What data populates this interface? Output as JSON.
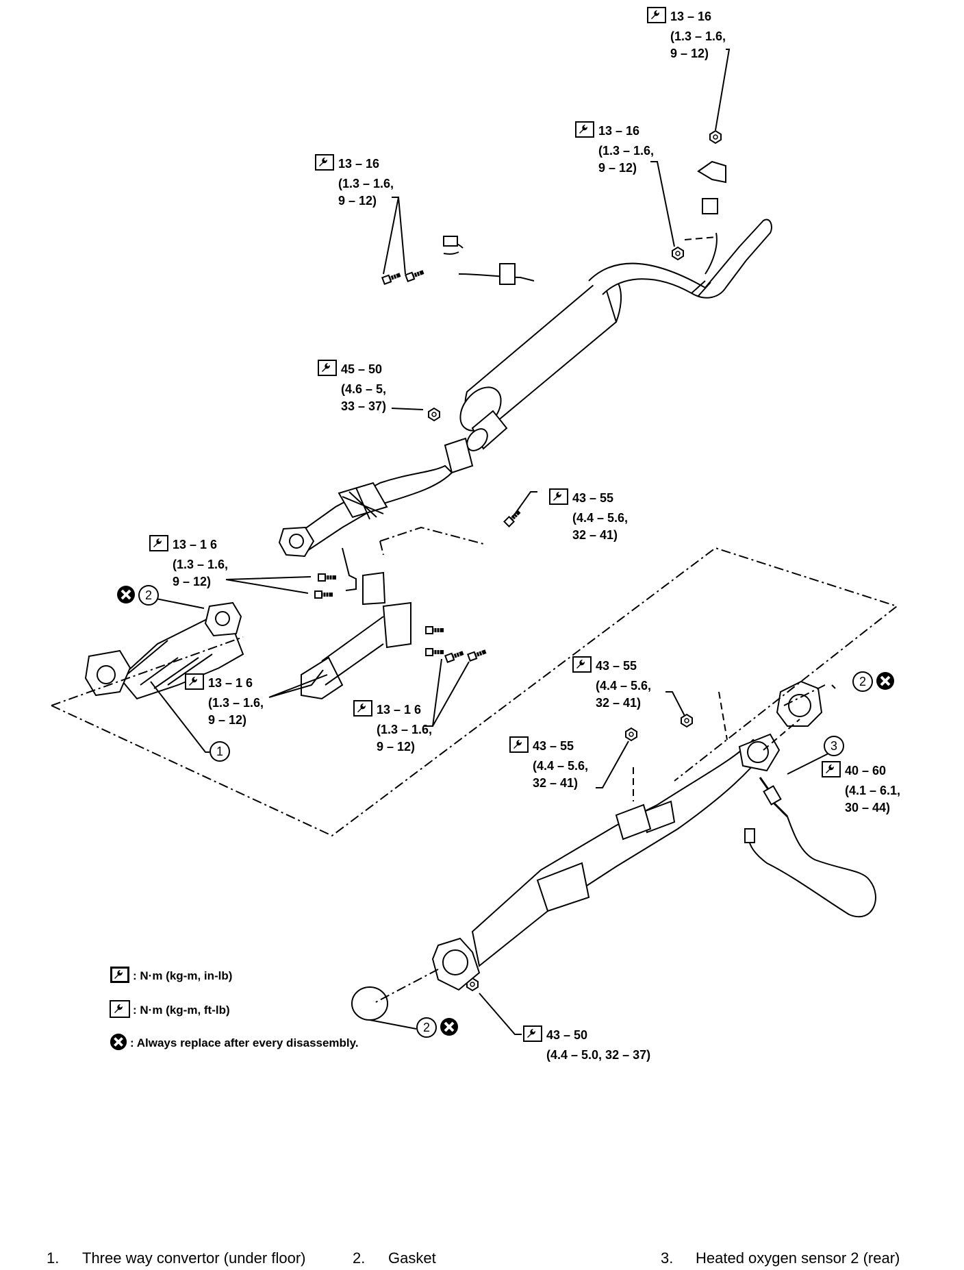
{
  "torque_labels": {
    "t1": {
      "value": "13 – 16",
      "kgm": "(1.3 – 1.6,",
      "ftlb": "9 – 12)"
    },
    "t2": {
      "value": "13 – 16",
      "kgm": "(1.3 – 1.6,",
      "ftlb": "9 – 12)"
    },
    "t3": {
      "value": "13 – 16",
      "kgm": "(1.3 – 1.6,",
      "ftlb": "9 – 12)"
    },
    "t4": {
      "value": "45 – 50",
      "kgm": "(4.6 – 5,",
      "ftlb": "33 – 37)"
    },
    "t5": {
      "value": "43 – 55",
      "kgm": "(4.4 – 5.6,",
      "ftlb": "32 – 41)"
    },
    "t6": {
      "value": "13 – 1 6",
      "kgm": "(1.3 – 1.6,",
      "ftlb": "9 – 12)"
    },
    "t7": {
      "value": "13 – 1 6",
      "kgm": "(1.3 – 1.6,",
      "ftlb": "9 – 12)"
    },
    "t8": {
      "value": "13 – 1 6",
      "kgm": "(1.3 – 1.6,",
      "ftlb": "9 – 12)"
    },
    "t9": {
      "value": "43 – 55",
      "kgm": "(4.4 – 5.6,",
      "ftlb": "32 – 41)"
    },
    "t10": {
      "value": "43 – 55",
      "kgm": "(4.4 – 5.6,",
      "ftlb": "32 – 41)"
    },
    "t11": {
      "value": "40 – 60",
      "kgm": "(4.1 – 6.1,",
      "ftlb": "30 – 44)"
    },
    "t12": {
      "value": "43 – 50",
      "kgm": "(4.4 – 5.0, 32 – 37)"
    }
  },
  "callouts": {
    "c1": "1",
    "c2a": "2",
    "c2b": "2",
    "c2c": "2",
    "c3": "3"
  },
  "legend": {
    "in_lb": ": N·m (kg-m, in-lb)",
    "ft_lb": ": N·m (kg-m, ft-lb)",
    "replace": ": Always replace after every disassembly."
  },
  "parts": [
    {
      "num": "1.",
      "name": "Three way convertor (under floor)"
    },
    {
      "num": "2.",
      "name": "Gasket"
    },
    {
      "num": "3.",
      "name": "Heated oxygen sensor 2 (rear)"
    }
  ],
  "icons": [
    "torque-wrench-icon",
    "always-replace-icon"
  ]
}
